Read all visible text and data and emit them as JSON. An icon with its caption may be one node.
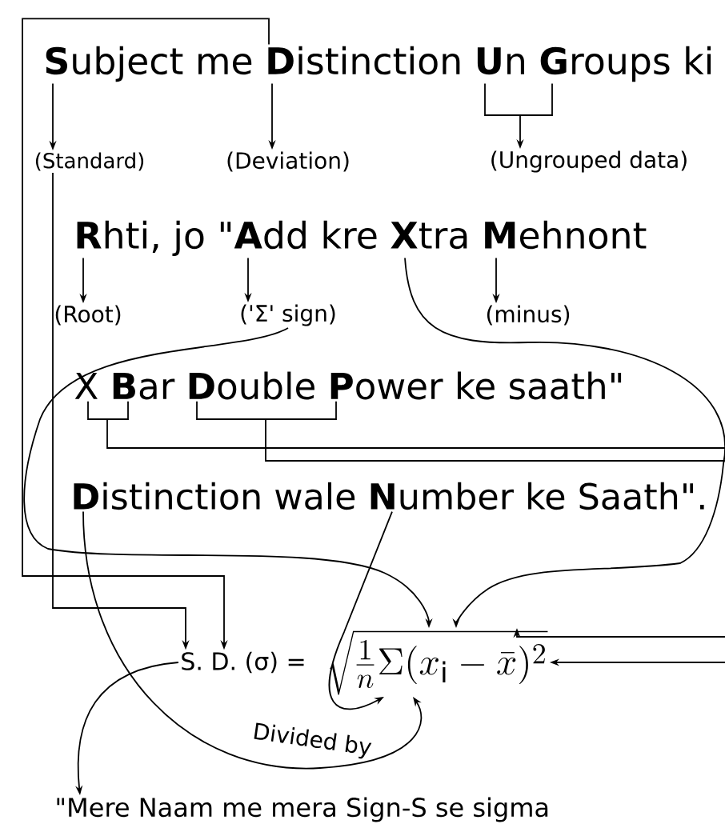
{
  "diagram": {
    "nodes": [
      {
        "text": [
          "**S**ubject me **D**istinction **U**n **G**roups ki"
        ]
      },
      {
        "text": [
          "(Standard)"
        ]
      },
      {
        "text": [
          "(Deviation)"
        ]
      },
      {
        "text": [
          "(Ungrouped data)"
        ]
      },
      {
        "text": [
          "**R**hti, jo \"**A**dd kre **X**tra **M**ehnont"
        ]
      },
      {
        "text": [
          "(Root)"
        ]
      },
      {
        "text": [
          "('Σ' sign)"
        ]
      },
      {
        "text": [
          "(minus)"
        ]
      },
      {
        "text": [
          "X **B**ar **D**ouble **P**ower ke saath\""
        ]
      },
      {
        "text": [
          "**D**istinction wale **N**umber ke Saath\"."
        ]
      },
      {
        "text": [
          "S. D. (σ) ="
        ]
      },
      {
        "text": [
          "\\sqrt{\\frac{1}{n}\\Sigma(x_{\\mathrm{i}}-\\bar{x})^{2}}"
        ]
      },
      {
        "text": [
          "\"Mere Naam me mera Sign-S se sigma"
        ]
      }
    ],
    "edges": [
      {
        "from": 0,
        "to": 1,
        "arrow": "to"
      },
      {
        "from": 0,
        "to": 2,
        "arrow": "to"
      },
      {
        "from": 0,
        "to": 3,
        "arrow": "to"
      },
      {
        "from": 0,
        "to": 10,
        "arrow": "to"
      },
      {
        "from": 1,
        "to": 10,
        "arrow": "to"
      },
      {
        "from": 4,
        "to": 5,
        "arrow": "to"
      },
      {
        "from": 4,
        "to": 6,
        "arrow": "to"
      },
      {
        "from": 4,
        "to": 7,
        "arrow": "to"
      },
      {
        "from": 4,
        "to": 11,
        "arrow": "to"
      },
      {
        "from": 6,
        "to": 11,
        "arrow": "to"
      },
      {
        "from": 8,
        "to": 11,
        "arrow": "to"
      },
      {
        "from": 8,
        "to": 11,
        "arrow": "to"
      },
      {
        "from": 9,
        "to": 11,
        "arrow": "to",
        "label": "Divided by"
      },
      {
        "from": 9,
        "to": 11,
        "arrow": "to"
      },
      {
        "from": 10,
        "to": 12,
        "arrow": "to"
      }
    ]
  }
}
